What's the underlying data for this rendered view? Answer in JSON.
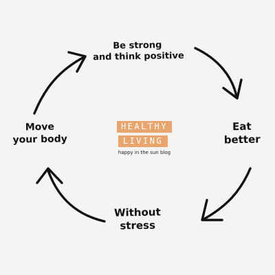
{
  "diagram": {
    "background_color": "#f5f4f2",
    "arrow_color": "#111111",
    "steps": [
      {
        "lines": [
          "Be strong",
          "and think positive"
        ]
      },
      {
        "lines": [
          "Eat",
          "better"
        ]
      },
      {
        "lines": [
          "Without",
          "stress"
        ]
      },
      {
        "lines": [
          "Move",
          "your body"
        ]
      }
    ]
  },
  "logo": {
    "line1": "HEALTHY",
    "line2": "LIVING",
    "tagline": "happy in the sun blog",
    "accent_color": "#e8a56e"
  }
}
